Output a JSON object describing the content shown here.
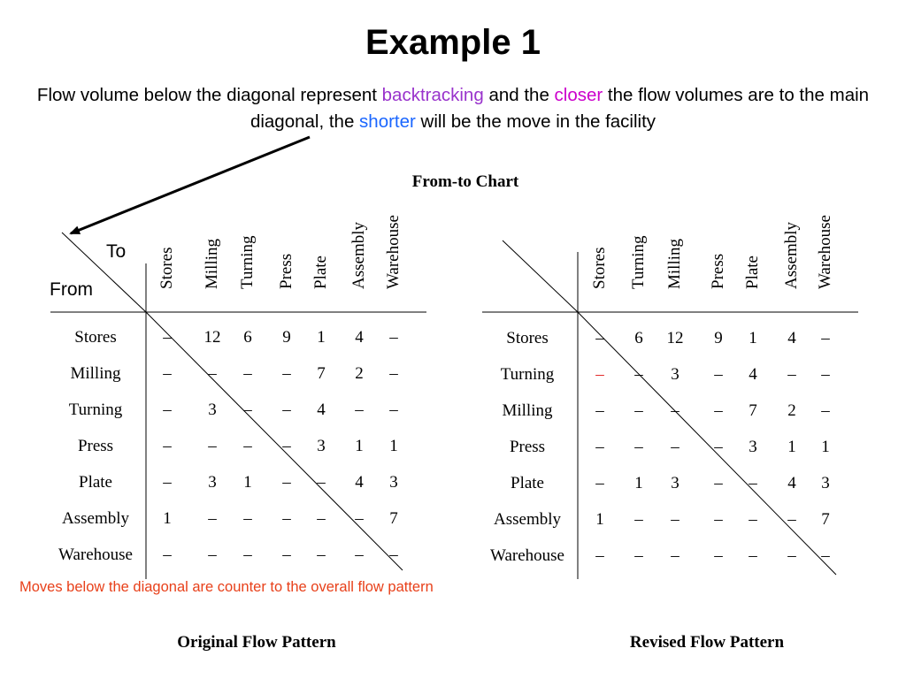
{
  "title": "Example 1",
  "subtitle": {
    "p1": "Flow volume below the diagonal represent ",
    "backtracking": "backtracking",
    "p2": " and the ",
    "closer": "closer",
    "p3": " the flow volumes are to the main diagonal, the ",
    "shorter": "shorter",
    "p4": " will be the move in the facility"
  },
  "chart_title": "From-to Chart",
  "to_label": "To",
  "from_label": "From",
  "original": {
    "caption": "Original Flow Pattern",
    "columns": [
      "Stores",
      "Milling",
      "Turning",
      "Press",
      "Plate",
      "Assembly",
      "Warehouse"
    ],
    "rows": [
      {
        "name": "Stores",
        "cells": [
          "–",
          "12",
          "6",
          "9",
          "1",
          "4",
          "–"
        ]
      },
      {
        "name": "Milling",
        "cells": [
          "–",
          "–",
          "–",
          "–",
          "7",
          "2",
          "–"
        ]
      },
      {
        "name": "Turning",
        "cells": [
          "–",
          "3",
          "–",
          "–",
          "4",
          "–",
          "–"
        ]
      },
      {
        "name": "Press",
        "cells": [
          "–",
          "–",
          "–",
          "–",
          "3",
          "1",
          "1"
        ]
      },
      {
        "name": "Plate",
        "cells": [
          "–",
          "3",
          "1",
          "–",
          "–",
          "4",
          "3"
        ]
      },
      {
        "name": "Assembly",
        "cells": [
          "1",
          "–",
          "–",
          "–",
          "–",
          "–",
          "7"
        ]
      },
      {
        "name": "Warehouse",
        "cells": [
          "–",
          "–",
          "–",
          "–",
          "–",
          "–",
          "–"
        ]
      }
    ]
  },
  "revised": {
    "caption": "Revised Flow Pattern",
    "columns": [
      "Stores",
      "Turning",
      "Milling",
      "Press",
      "Plate",
      "Assembly",
      "Warehouse"
    ],
    "rows": [
      {
        "name": "Stores",
        "cells": [
          "–",
          "6",
          "12",
          "9",
          "1",
          "4",
          "–"
        ]
      },
      {
        "name": "Turning",
        "cells": [
          "–",
          "–",
          "3",
          "–",
          "4",
          "–",
          "–"
        ]
      },
      {
        "name": "Milling",
        "cells": [
          "–",
          "–",
          "–",
          "–",
          "7",
          "2",
          "–"
        ]
      },
      {
        "name": "Press",
        "cells": [
          "–",
          "–",
          "–",
          "–",
          "3",
          "1",
          "1"
        ]
      },
      {
        "name": "Plate",
        "cells": [
          "–",
          "1",
          "3",
          "–",
          "–",
          "4",
          "3"
        ]
      },
      {
        "name": "Assembly",
        "cells": [
          "1",
          "–",
          "–",
          "–",
          "–",
          "–",
          "7"
        ]
      },
      {
        "name": "Warehouse",
        "cells": [
          "–",
          "–",
          "–",
          "–",
          "–",
          "–",
          "–"
        ]
      }
    ],
    "highlight_cell_color": "#e02020"
  },
  "note": "Moves below the diagonal are counter to the overall flow pattern",
  "colors": {
    "backtracking": "#9933cc",
    "closer": "#cc00cc",
    "shorter": "#1a66ff",
    "note": "#e8401a"
  }
}
